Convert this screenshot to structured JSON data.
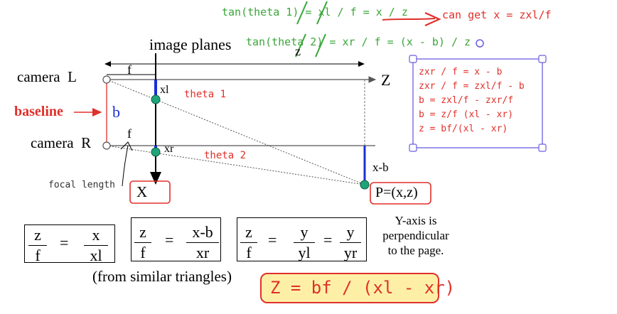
{
  "top_notes": {
    "line1": "tan(theta 1) = xl / f = x / z",
    "line1_result": "can get x = zxl/f",
    "line2": "tan(theta 2) = xr / f = (x - b) / z"
  },
  "labels": {
    "image_planes": "image planes",
    "z_axis_top": "z",
    "camera_l": "camera  L",
    "camera_r": "camera  R",
    "baseline": "baseline",
    "b": "b",
    "f_top": "f",
    "f_bottom": "f",
    "xl": "xl",
    "xr": "xr",
    "theta1": "theta 1",
    "theta2": "theta 2",
    "Z": "Z",
    "x_minus_b": "x-b",
    "focal_length": "focal length",
    "X": "X",
    "P": "P=(x,z)"
  },
  "derivation": [
    "zxr / f = x - b",
    "zxr / f = zxl/f - b",
    "b = zxl/f - zxr/f",
    "b = z/f (xl - xr)",
    "z = bf/(xl - xr)"
  ],
  "equations": {
    "eq1": {
      "n1": "z",
      "d1": "f",
      "eq": "=",
      "n2": "x",
      "d2": "xl"
    },
    "eq2": {
      "n1": "z",
      "d1": "f",
      "eq": "=",
      "n2": "x-b",
      "d2": "xr"
    },
    "eq3": {
      "n1": "z",
      "d1": "f",
      "eq": "=",
      "n2": "y",
      "d2": "yl",
      "eq2": "=",
      "n3": "y",
      "d3": "yr"
    }
  },
  "side_note": [
    "Y-axis is",
    "perpendicular",
    "to the page."
  ],
  "similar_triangles": "(from similar triangles)",
  "final_formula": "Z = bf / (xl - xr)",
  "colors": {
    "green": "#3aa63a",
    "red": "#e0302a",
    "blue": "#1a2fd6",
    "teal": "#1fa37a",
    "purple": "#6a5de0",
    "yellow": "#fdf0a6"
  }
}
